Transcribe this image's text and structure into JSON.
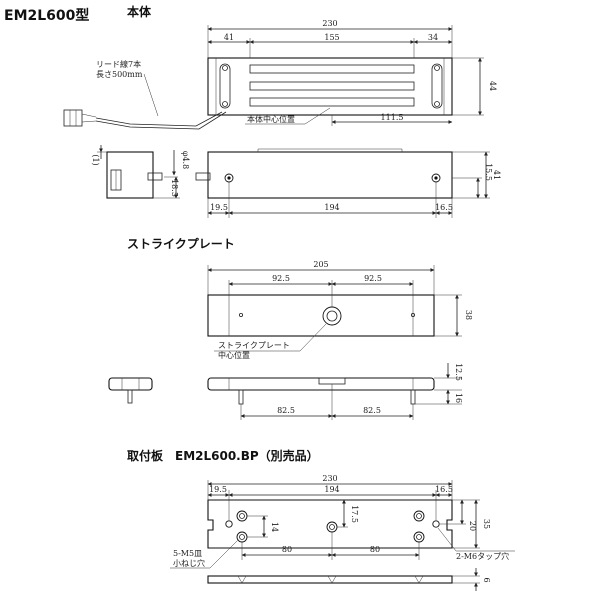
{
  "headings": {
    "main": "EM2L600型",
    "body": "本体",
    "strike": "ストライクプレート",
    "mount": "取付板　EM2L600.BP（別売品）"
  },
  "body_top": {
    "dims": [
      "230",
      "41",
      "155",
      "34",
      "44",
      "111.5"
    ],
    "lead_note_1": "リード線7本",
    "lead_note_2": "長さ500mm",
    "center_note": "本体中心位置"
  },
  "body_front": {
    "dims": [
      "(1)",
      "φ4.8",
      "18.5",
      "15.5",
      "41",
      "19.5",
      "194",
      "16.5"
    ]
  },
  "strike_top": {
    "dims": [
      "205",
      "92.5",
      "92.5",
      "38"
    ],
    "center_note_1": "ストライクプレート",
    "center_note_2": "中心位置"
  },
  "strike_front": {
    "dims": [
      "12.5",
      "16",
      "82.5",
      "82.5"
    ]
  },
  "mount_plate": {
    "dims": [
      "230",
      "19.5",
      "194",
      "16.5",
      "14",
      "17.5",
      "20",
      "35",
      "80",
      "80",
      "6"
    ],
    "note_m5_1": "5-M5皿",
    "note_m5_2": "小ねじ穴",
    "note_m6": "2-M6タップ穴"
  }
}
